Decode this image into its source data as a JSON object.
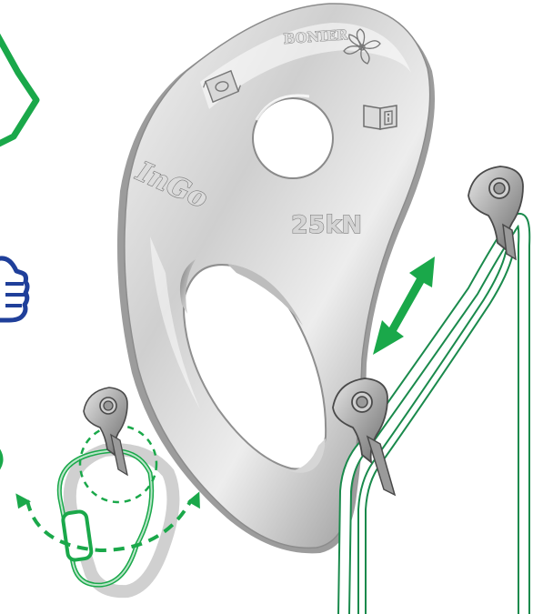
{
  "plate": {
    "brand": "BONIER",
    "model": "InGo",
    "rating": "25kN"
  },
  "colors": {
    "accent_green": "#1aa84a",
    "guide_blue": "#1f3f9a",
    "metal_light": "#e9e9e9",
    "metal_dark": "#8e8e8e"
  },
  "icons": [
    "book-info-icon",
    "anchor-plate-icon",
    "flower-logo-icon",
    "double-arrow-icon",
    "thumbs-up-icon",
    "checkmark-icon"
  ]
}
